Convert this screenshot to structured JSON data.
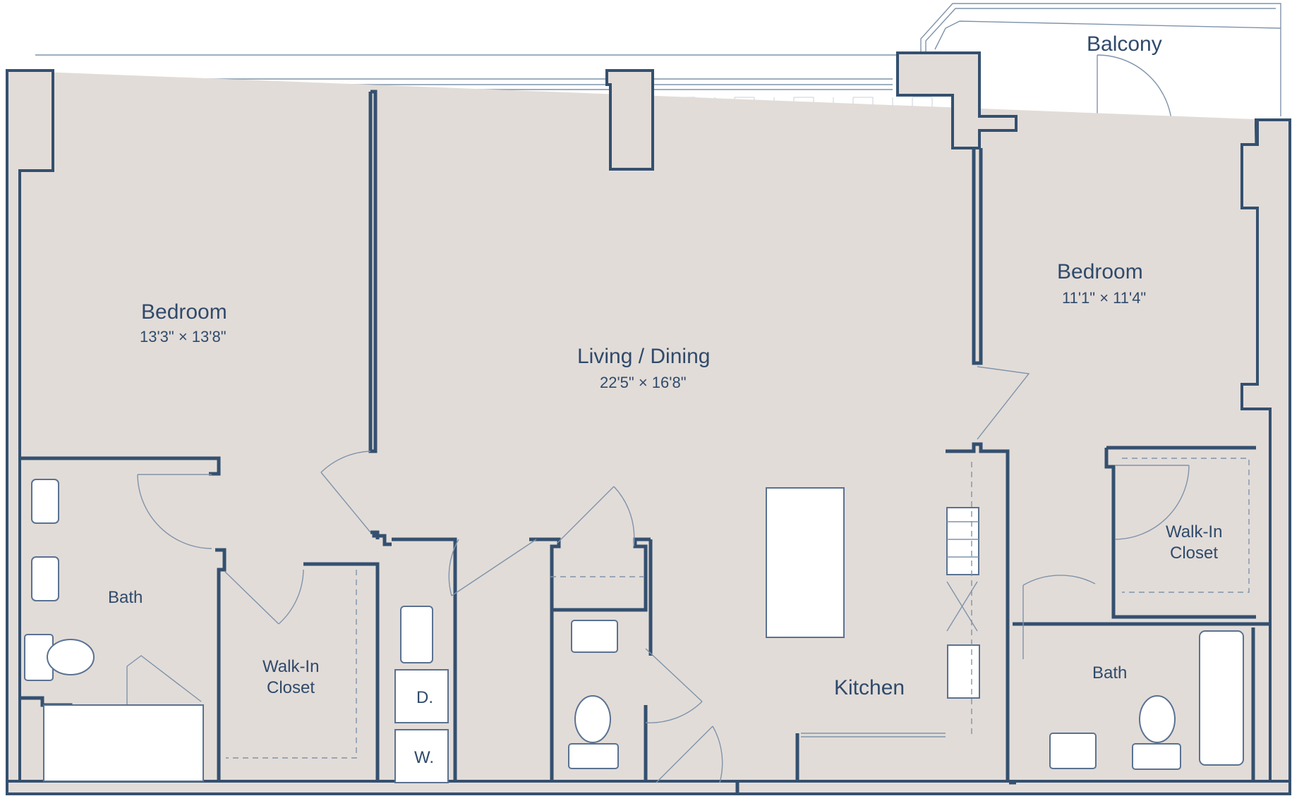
{
  "rooms": {
    "bedroom1": {
      "name": "Bedroom",
      "dims": "13'3\" × 13'8\""
    },
    "living": {
      "name": "Living / Dining",
      "dims": "22'5\" × 16'8\""
    },
    "bedroom2": {
      "name": "Bedroom",
      "dims": "11'1\" × 11'4\""
    },
    "balcony": {
      "name": "Balcony"
    },
    "kitchen": {
      "name": "Kitchen"
    },
    "bath1": {
      "name": "Bath"
    },
    "bath2": {
      "name": "Bath"
    },
    "closet1": {
      "line1": "Walk-In",
      "line2": "Closet"
    },
    "closet2": {
      "line1": "Walk-In",
      "line2": "Closet"
    },
    "dryer": {
      "name": "D."
    },
    "washer": {
      "name": "W."
    }
  },
  "colors": {
    "wall_fill": "#e2dcd8",
    "wall_stroke": "#34506f",
    "text": "#2f4a6b",
    "floor_lines": "#c9d2dc"
  }
}
